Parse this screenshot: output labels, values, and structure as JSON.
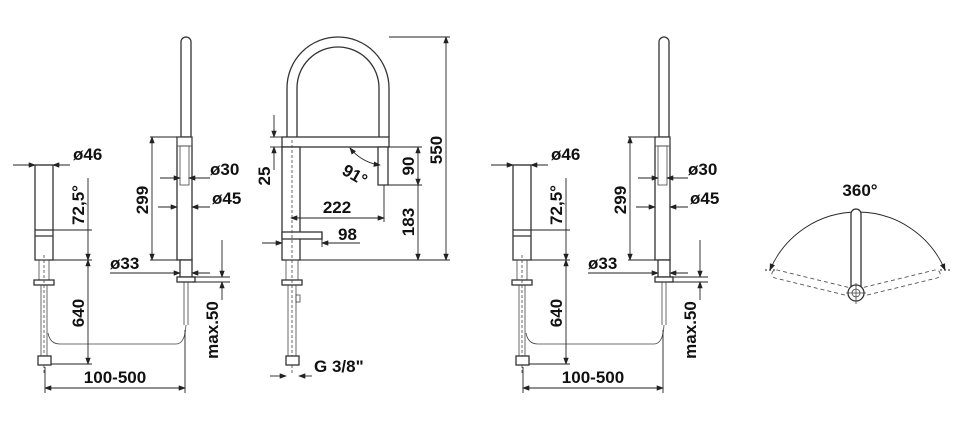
{
  "side_view": {
    "base_diameter": "ø46",
    "angle": "72,5°",
    "pipe_length": "640",
    "spout_length": "299",
    "upper_diameter": "ø30",
    "body_diameter": "ø45",
    "hole_diameter": "ø33",
    "max_thickness": "max.50",
    "distance": "100-500"
  },
  "front_view": {
    "head_offset": "25",
    "head_angle": "91°",
    "head_height": "90",
    "total_height": "550",
    "spout_height": "183",
    "reach": "222",
    "lever_length": "98",
    "connection": "G 3/8\""
  },
  "side_view_2": {
    "base_diameter": "ø46",
    "angle": "72,5°",
    "pipe_length": "640",
    "spout_length": "299",
    "upper_diameter": "ø30",
    "body_diameter": "ø45",
    "hole_diameter": "ø33",
    "max_thickness": "max.50",
    "distance": "100-500"
  },
  "plan_view": {
    "rotation": "360°"
  }
}
